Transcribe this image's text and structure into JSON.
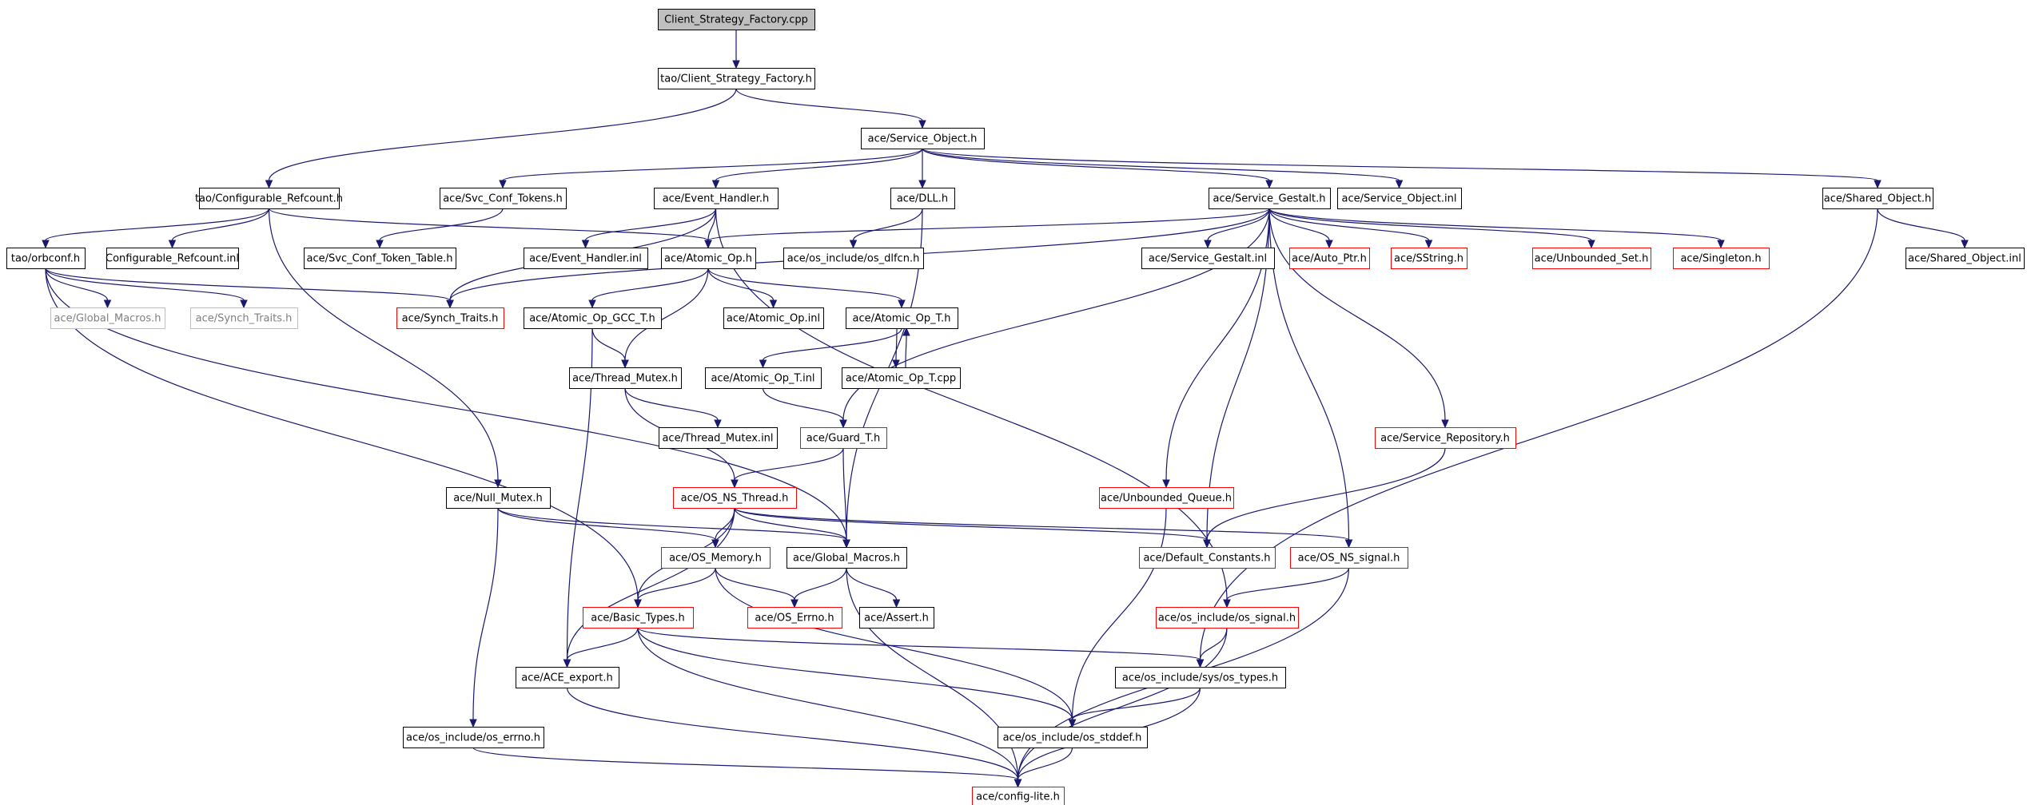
{
  "colors": {
    "edge": "#191970",
    "border_normal": "#000000",
    "border_truncated": "#ff0000",
    "border_missing": "#bfbfbf",
    "fill_root": "#bfbfbf",
    "fill_normal": "#ffffff",
    "text_normal": "#000000",
    "text_missing": "#808080"
  },
  "nodes": [
    {
      "id": "root",
      "label": "Client_Strategy_Factory.cpp",
      "kind": "root"
    },
    {
      "id": "csf_h",
      "label": "tao/Client_Strategy_Factory.h",
      "kind": "normal"
    },
    {
      "id": "svcobj",
      "label": "ace/Service_Object.h",
      "kind": "normal"
    },
    {
      "id": "confref",
      "label": "tao/Configurable_Refcount.h",
      "kind": "normal"
    },
    {
      "id": "svctok",
      "label": "ace/Svc_Conf_Tokens.h",
      "kind": "normal"
    },
    {
      "id": "evh",
      "label": "ace/Event_Handler.h",
      "kind": "normal"
    },
    {
      "id": "dll",
      "label": "ace/DLL.h",
      "kind": "normal"
    },
    {
      "id": "gestalt",
      "label": "ace/Service_Gestalt.h",
      "kind": "normal"
    },
    {
      "id": "svcobjinl",
      "label": "ace/Service_Object.inl",
      "kind": "normal"
    },
    {
      "id": "shobj",
      "label": "ace/Shared_Object.h",
      "kind": "normal"
    },
    {
      "id": "orbconf",
      "label": "tao/orbconf.h",
      "kind": "normal"
    },
    {
      "id": "confrefinl",
      "label": "Configurable_Refcount.inl",
      "kind": "normal"
    },
    {
      "id": "svctoktab",
      "label": "ace/Svc_Conf_Token_Table.h",
      "kind": "normal"
    },
    {
      "id": "evhinl",
      "label": "ace/Event_Handler.inl",
      "kind": "normal"
    },
    {
      "id": "atomic",
      "label": "ace/Atomic_Op.h",
      "kind": "normal"
    },
    {
      "id": "dlfcn",
      "label": "ace/os_include/os_dlfcn.h",
      "kind": "normal"
    },
    {
      "id": "gestaltinl",
      "label": "ace/Service_Gestalt.inl",
      "kind": "normal"
    },
    {
      "id": "autoptr",
      "label": "ace/Auto_Ptr.h",
      "kind": "truncated"
    },
    {
      "id": "sstring",
      "label": "ace/SString.h",
      "kind": "truncated"
    },
    {
      "id": "unbset",
      "label": "ace/Unbounded_Set.h",
      "kind": "truncated"
    },
    {
      "id": "singleton",
      "label": "ace/Singleton.h",
      "kind": "truncated"
    },
    {
      "id": "shobjinl",
      "label": "ace/Shared_Object.inl",
      "kind": "normal"
    },
    {
      "id": "globmac_tao",
      "label": "ace/Global_Macros.h",
      "kind": "missing"
    },
    {
      "id": "synch_tao",
      "label": "ace/Synch_Traits.h",
      "kind": "missing"
    },
    {
      "id": "synch",
      "label": "ace/Synch_Traits.h",
      "kind": "truncated"
    },
    {
      "id": "atomicgcc",
      "label": "ace/Atomic_Op_GCC_T.h",
      "kind": "normal"
    },
    {
      "id": "atomicinl",
      "label": "ace/Atomic_Op.inl",
      "kind": "normal"
    },
    {
      "id": "atomict",
      "label": "ace/Atomic_Op_T.h",
      "kind": "normal"
    },
    {
      "id": "thrmutex",
      "label": "ace/Thread_Mutex.h",
      "kind": "normal"
    },
    {
      "id": "atomictinl",
      "label": "ace/Atomic_Op_T.inl",
      "kind": "normal"
    },
    {
      "id": "atomictcpp",
      "label": "ace/Atomic_Op_T.cpp",
      "kind": "normal"
    },
    {
      "id": "thrmutexinl",
      "label": "ace/Thread_Mutex.inl",
      "kind": "normal"
    },
    {
      "id": "guard",
      "label": "ace/Guard_T.h",
      "kind": "truncated"
    },
    {
      "id": "svcrepo",
      "label": "ace/Service_Repository.h",
      "kind": "truncated"
    },
    {
      "id": "osthread",
      "label": "ace/OS_NS_Thread.h",
      "kind": "truncated"
    },
    {
      "id": "unbqueue",
      "label": "ace/Unbounded_Queue.h",
      "kind": "truncated"
    },
    {
      "id": "nullmutex",
      "label": "ace/Null_Mutex.h",
      "kind": "normal"
    },
    {
      "id": "osmem",
      "label": "ace/OS_Memory.h",
      "kind": "truncated"
    },
    {
      "id": "globmac",
      "label": "ace/Global_Macros.h",
      "kind": "normal"
    },
    {
      "id": "defconst",
      "label": "ace/Default_Constants.h",
      "kind": "truncated"
    },
    {
      "id": "ossignal",
      "label": "ace/OS_NS_signal.h",
      "kind": "truncated"
    },
    {
      "id": "basictypes",
      "label": "ace/Basic_Types.h",
      "kind": "truncated"
    },
    {
      "id": "oserrno",
      "label": "ace/OS_Errno.h",
      "kind": "truncated"
    },
    {
      "id": "assert",
      "label": "ace/Assert.h",
      "kind": "normal"
    },
    {
      "id": "ossigh",
      "label": "ace/os_include/os_signal.h",
      "kind": "truncated"
    },
    {
      "id": "aceexport",
      "label": "ace/ACE_export.h",
      "kind": "normal"
    },
    {
      "id": "ostypes",
      "label": "ace/os_include/sys/os_types.h",
      "kind": "normal"
    },
    {
      "id": "stddef",
      "label": "ace/os_include/os_stddef.h",
      "kind": "normal"
    },
    {
      "id": "oserrnoh",
      "label": "ace/os_include/os_errno.h",
      "kind": "normal"
    },
    {
      "id": "configlite",
      "label": "ace/config-lite.h",
      "kind": "truncated"
    }
  ]
}
